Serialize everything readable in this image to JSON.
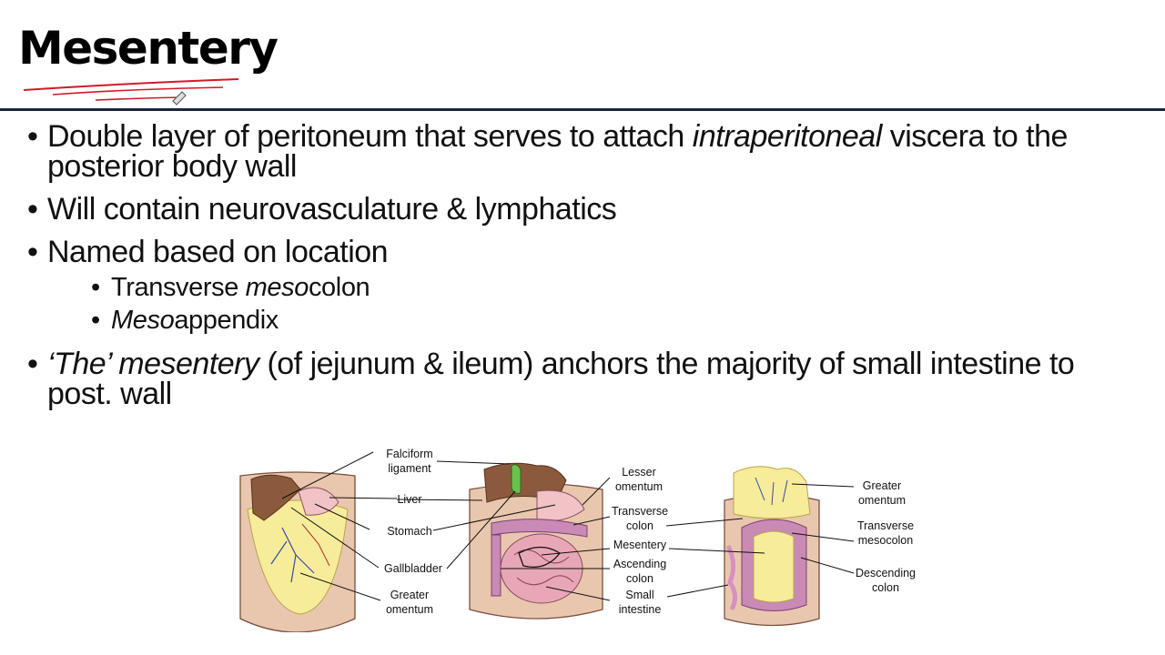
{
  "slide": {
    "title": "Mesentery",
    "bullets": [
      {
        "pre": "Double layer of peritoneum that serves to attach ",
        "em": "intraperitoneal",
        "post": " viscera to the posterior body wall"
      },
      {
        "text": "Will contain neurovasculature & lymphatics"
      },
      {
        "text": "Named based on location",
        "sub": [
          {
            "pre": "Transverse ",
            "em": "meso",
            "post": "colon"
          },
          {
            "pre": "",
            "em": "Meso",
            "post": "appendix"
          }
        ]
      },
      {
        "em": "‘The’ mesentery",
        "post": " (of jejunum & ileum) anchors the majority of small intestine to post. wall"
      }
    ]
  },
  "figure": {
    "labels": {
      "falciform_1": "Falciform",
      "falciform_2": "ligament",
      "liver": "Liver",
      "stomach": "Stomach",
      "gallbladder": "Gallbladder",
      "greater_omentum_1": "Greater",
      "greater_omentum_2": "omentum",
      "lesser_omentum_1": "Lesser",
      "lesser_omentum_2": "omentum",
      "transverse_colon_1": "Transverse",
      "transverse_colon_2": "colon",
      "mesentery": "Mesentery",
      "ascending_colon_1": "Ascending",
      "ascending_colon_2": "colon",
      "small_intestine_1": "Small",
      "small_intestine_2": "intestine",
      "greater_omentum_r_1": "Greater",
      "greater_omentum_r_2": "omentum",
      "transverse_mesocolon_1": "Transverse",
      "transverse_mesocolon_2": "mesocolon",
      "descending_colon_1": "Descending",
      "descending_colon_2": "colon"
    },
    "colors": {
      "skin": "#e9c7ae",
      "omentum": "#f6ec9a",
      "liver": "#8b5a3c",
      "intestine": "#e8a7b6",
      "colon": "#c98ab5"
    }
  }
}
